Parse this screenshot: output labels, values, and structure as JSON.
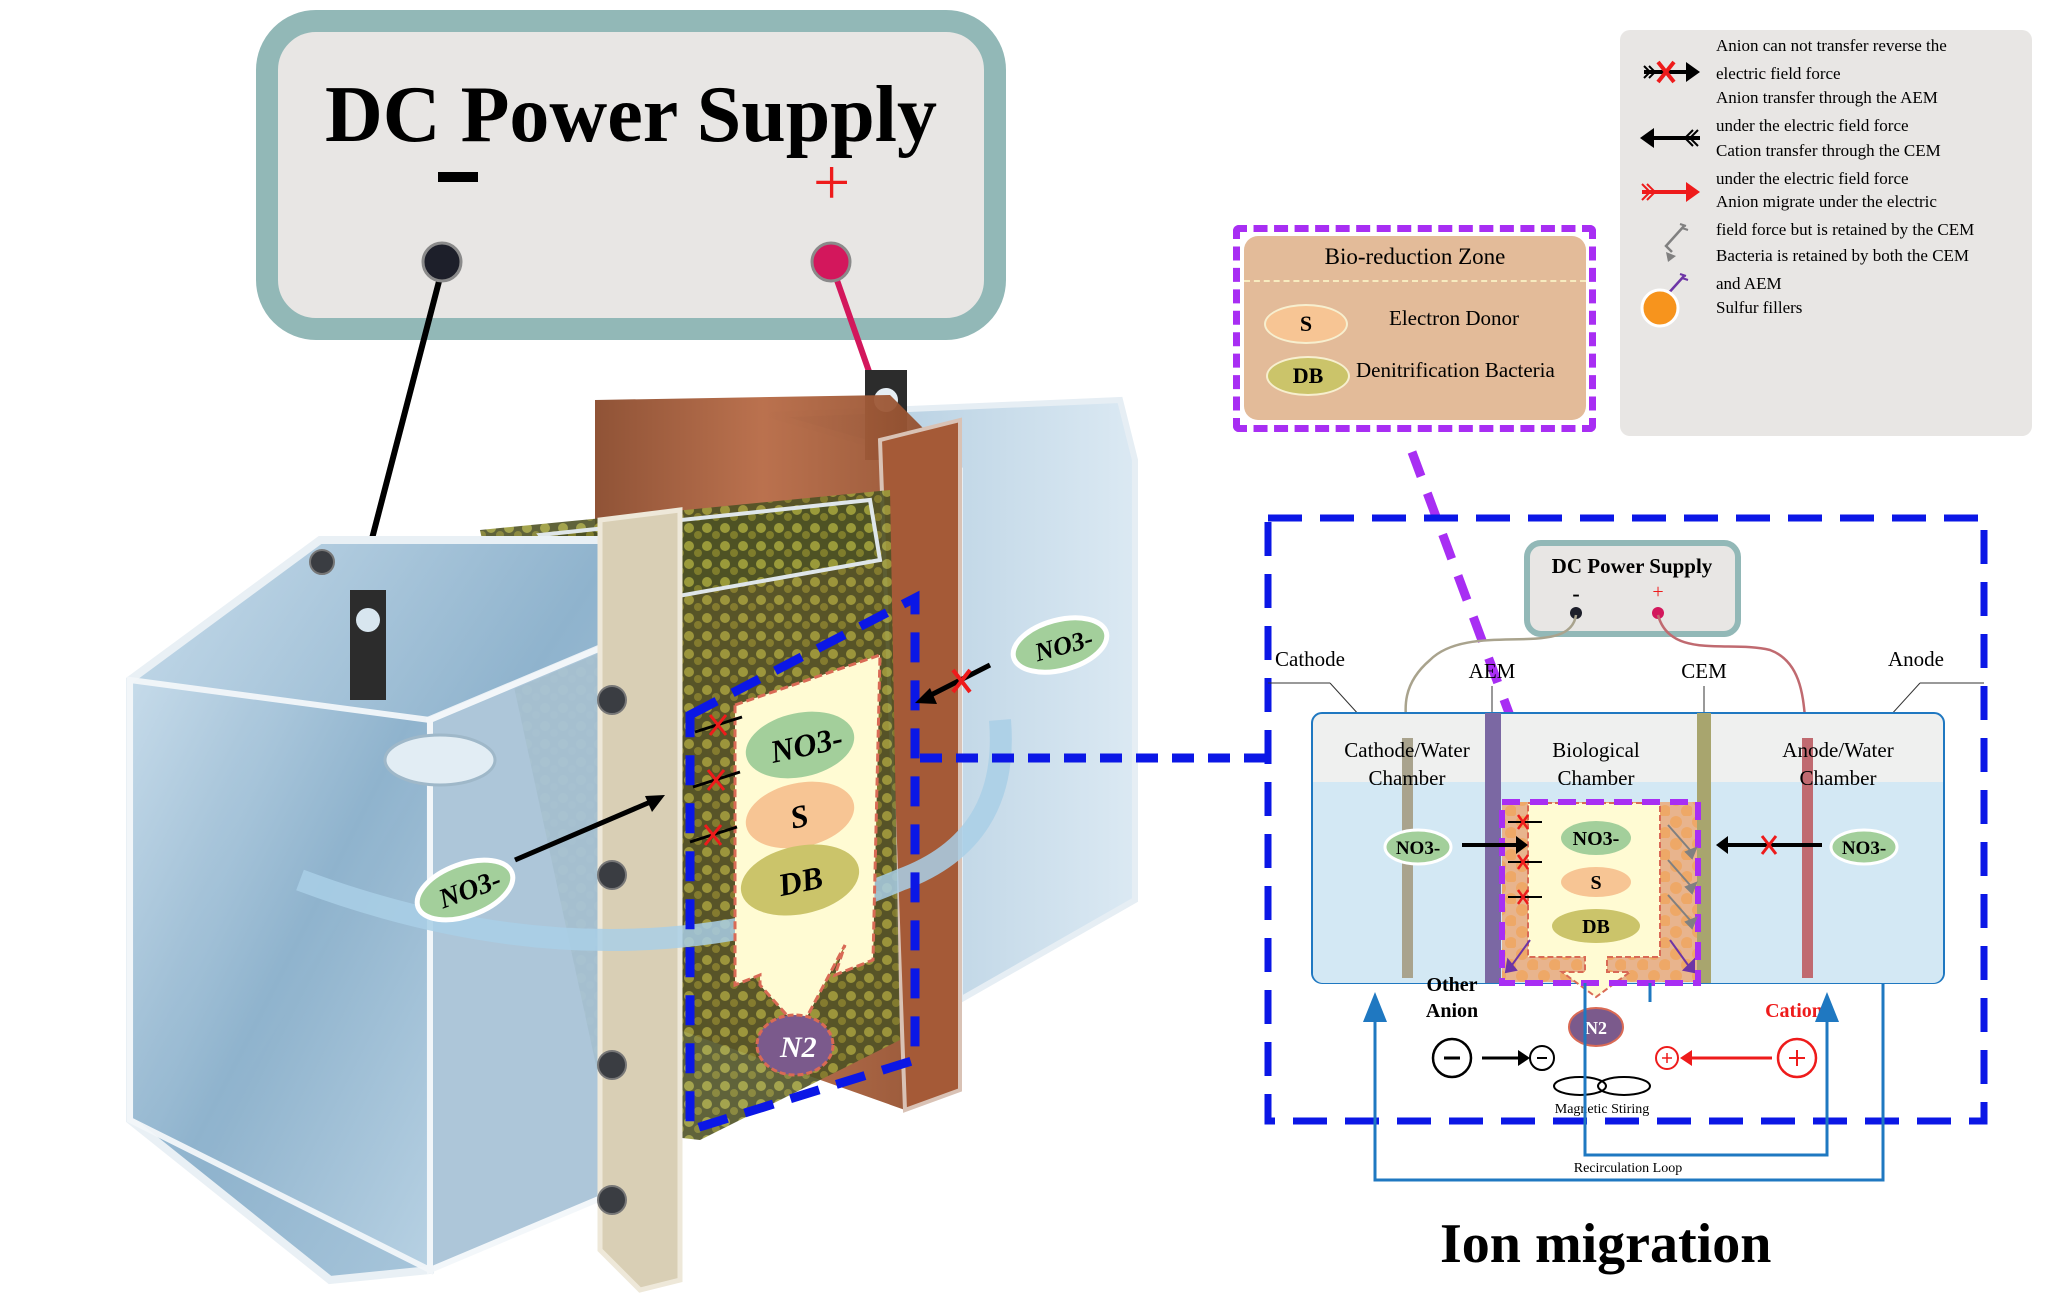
{
  "power_supply_main": {
    "title": "DC Power Supply",
    "minus_label": "-",
    "plus_label": "+",
    "terminal_colors": {
      "negative": "#1d1f2a",
      "positive": "#d3175c"
    }
  },
  "legend": {
    "items": [
      {
        "icon": "blocked-anion-arrow-icon",
        "text_line1": "Anion can not transfer reverse the",
        "text_line2": "electric field force"
      },
      {
        "icon": "anion-transfer-arrow-icon",
        "text_line1": "Anion transfer through the AEM",
        "text_line2": "under the electric field force"
      },
      {
        "icon": "cation-transfer-arrow-icon",
        "text_line1": "Cation transfer through the CEM",
        "text_line2": "under the electric field force"
      },
      {
        "icon": "anion-retained-arrow-icon",
        "text_line1": "Anion migrate under the electric",
        "text_line2": "field force but is retained by the CEM"
      },
      {
        "icon": "bacteria-retained-arrow-icon",
        "text_line1": "Bacteria is retained by both the CEM",
        "text_line2": "and AEM"
      },
      {
        "icon": "sulfur-filler-dot-icon",
        "text_line1": "Sulfur fillers",
        "text_line2": ""
      }
    ]
  },
  "bio_reduction_zone": {
    "title": "Bio-reduction Zone",
    "items": [
      {
        "badge": "S",
        "label": "Electron Donor",
        "color": "#f7c594"
      },
      {
        "badge": "DB",
        "label": "Denitrification Bacteria",
        "color": "#cbc46a"
      }
    ]
  },
  "reactor_render": {
    "panel_items": [
      "NO3-",
      "S",
      "DB"
    ],
    "product": "N2",
    "no3_labels": [
      "NO3-",
      "NO3-"
    ]
  },
  "schematic": {
    "power_supply_title": "DC Power Supply",
    "minus_label": "-",
    "plus_label": "+",
    "electrode_labels": {
      "cathode": "Cathode",
      "anode": "Anode"
    },
    "membrane_labels": {
      "aem": "AEM",
      "cem": "CEM"
    },
    "chambers": [
      {
        "line1": "Cathode/Water",
        "line2": "Chamber"
      },
      {
        "line1": "Biological",
        "line2": "Chamber"
      },
      {
        "line1": "Anode/Water",
        "line2": "Chamber"
      }
    ],
    "inner_items": [
      "NO3-",
      "S",
      "DB"
    ],
    "product": "N2",
    "no3_left": "NO3-",
    "no3_right": "NO3-",
    "other_anion_line1": "Other",
    "other_anion_line2": "Anion",
    "cation_label": "Cation",
    "minus_symbol": "−",
    "plus_symbol": "+",
    "magnetic_stirring": "Magnetic Stiring",
    "recirculation_loop": "Recirculation Loop"
  },
  "caption": "Ion migration",
  "colors": {
    "blue_dash": "#0b17e6",
    "purple_dash": "#a82ef3",
    "aem": "#7b68a3",
    "cem": "#a8a56e",
    "cathode": "#a9a38d",
    "anode": "#c06a70",
    "water": "#d3e8f4",
    "loop": "#1f78c1",
    "no3_green": "#a3cf9b",
    "s_orange": "#f7c594",
    "db_olive": "#cbc46a",
    "n2_purple": "#7b5a8c",
    "sulfur_orange": "#f7941d",
    "red": "#ee1b1b"
  }
}
